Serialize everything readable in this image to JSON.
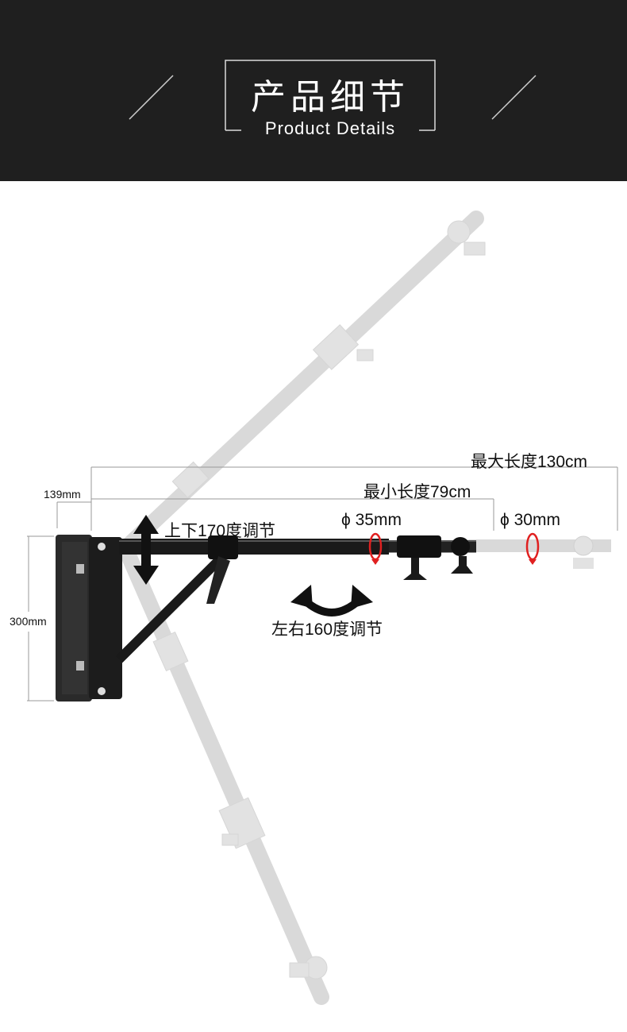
{
  "header": {
    "title_cn": "产品细节",
    "title_en": "Product Details"
  },
  "annotations": {
    "max_length": "最大长度130cm",
    "min_length": "最小长度79cm",
    "depth": "139mm",
    "height": "300mm",
    "vertical_adjust": "上下170度调节",
    "horizontal_adjust": "左右160度调节",
    "tube_large": "ϕ 35mm",
    "tube_small": "ϕ 30mm"
  },
  "colors": {
    "header_bg": "#1f1f1f",
    "rotation_marker": "#e02020",
    "ghost_arm": "#d4d4d4"
  }
}
